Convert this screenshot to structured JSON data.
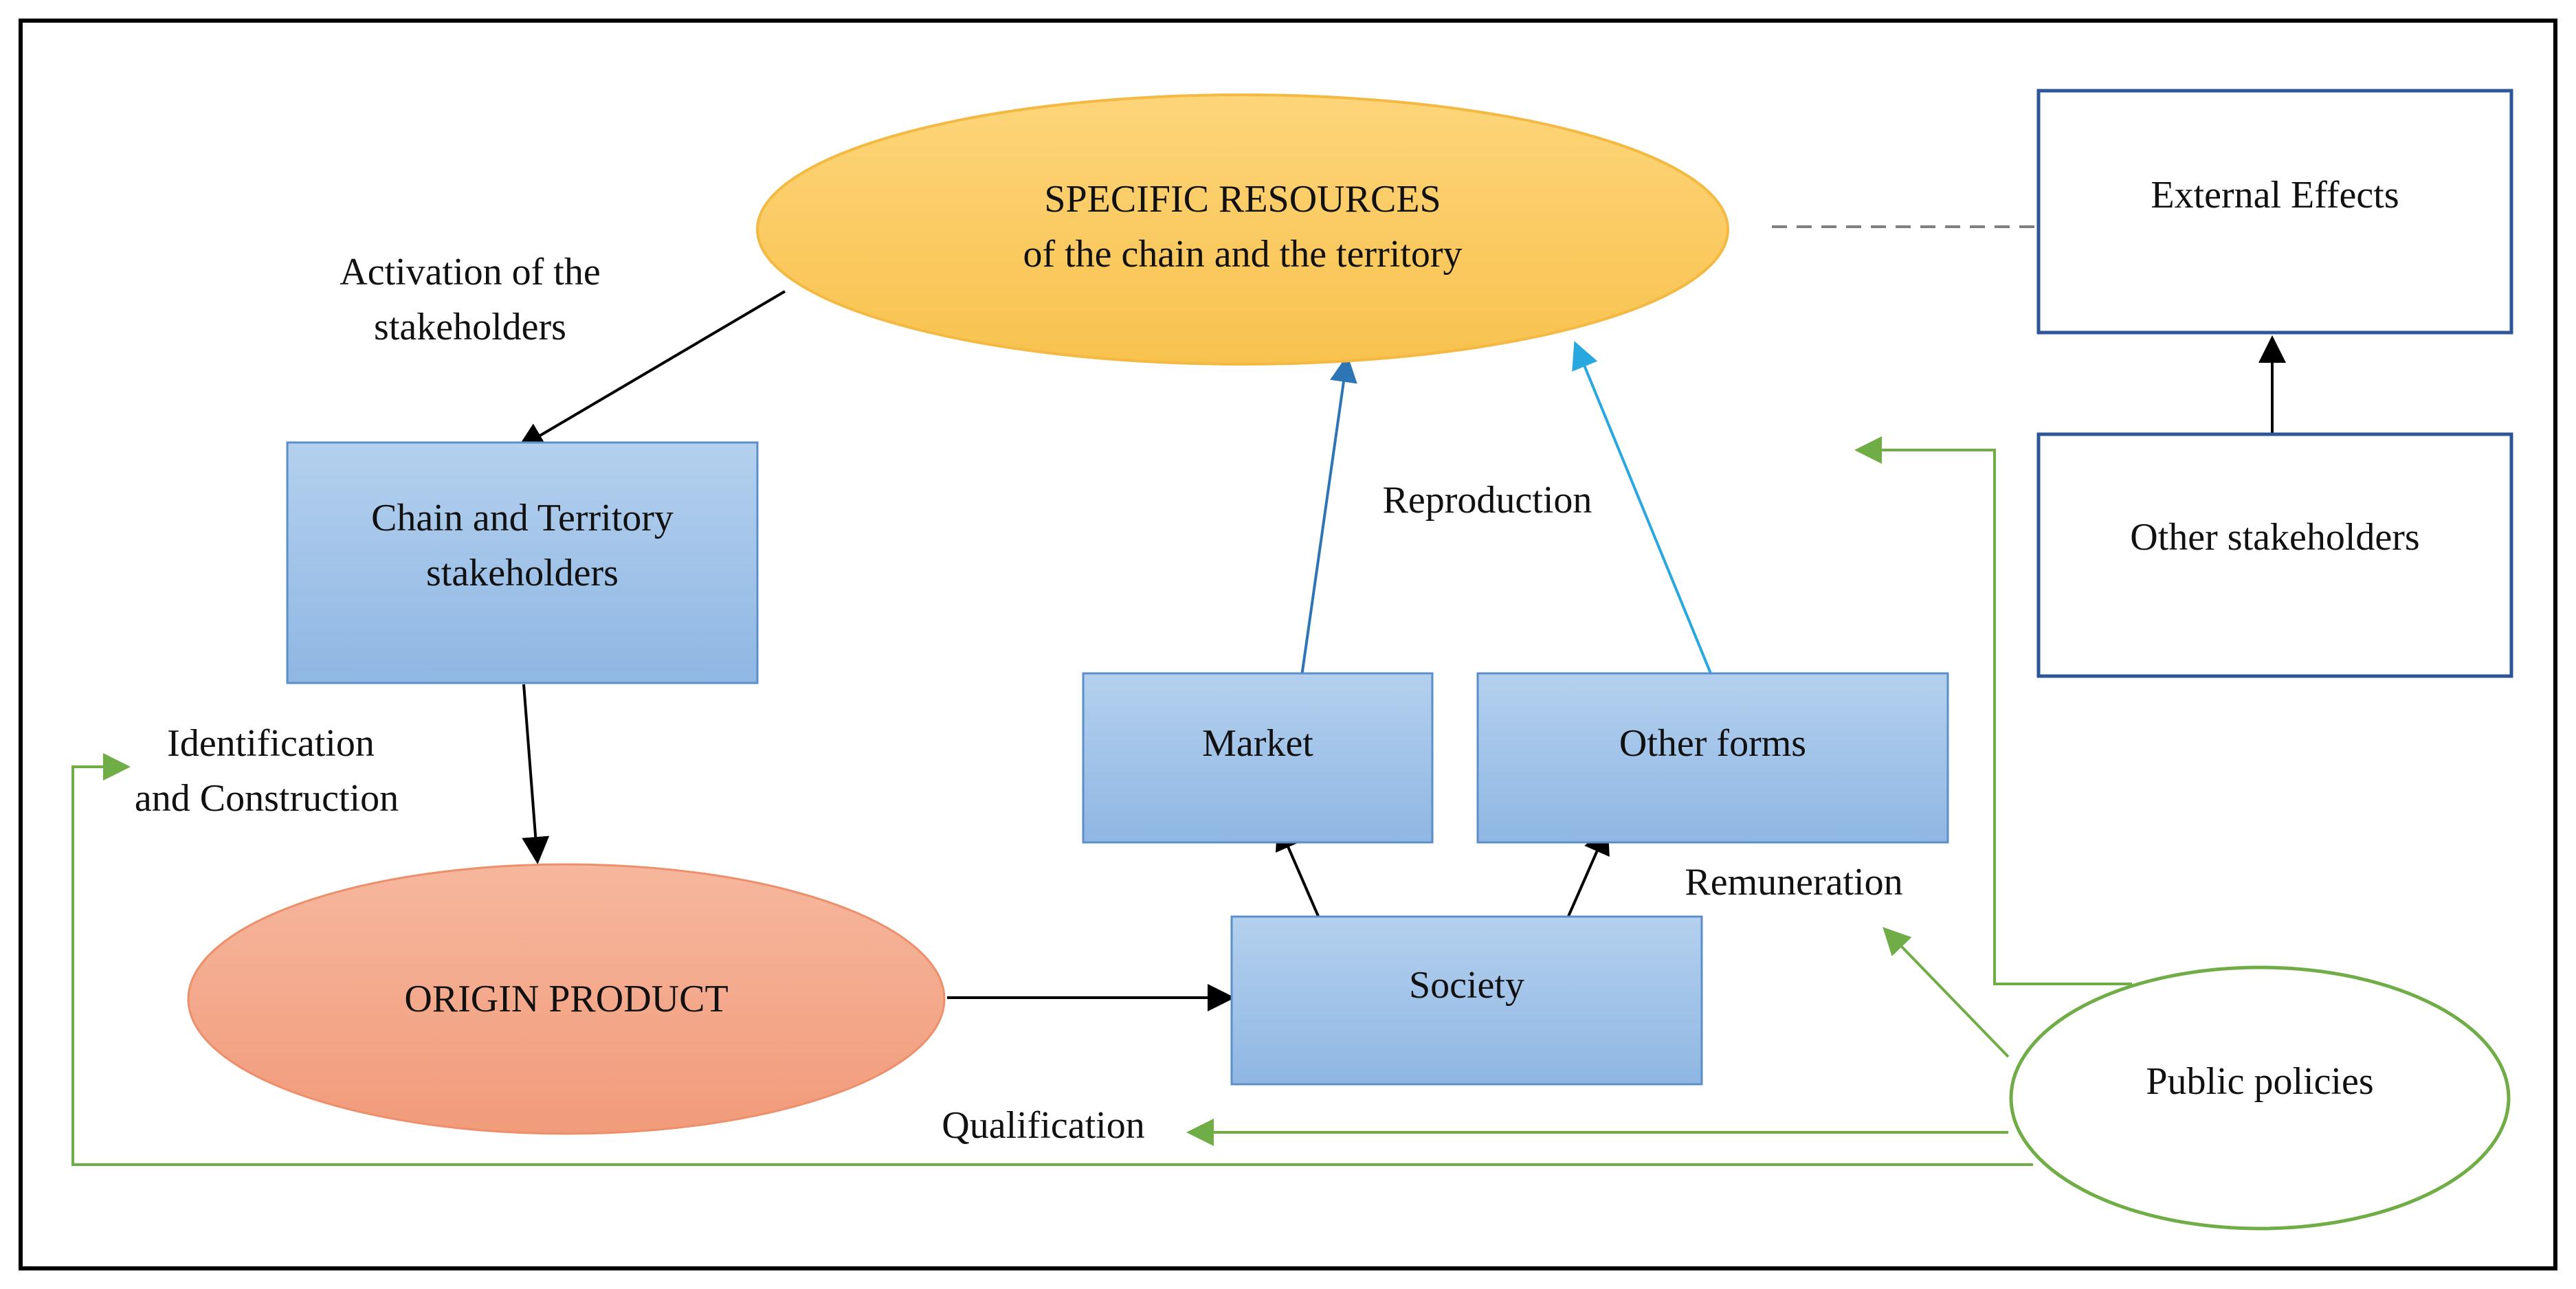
{
  "nodes": {
    "specific_resources": {
      "line1": "SPECIFIC RESOURCES",
      "line2": "of the chain and the territory"
    },
    "external_effects": {
      "label": "External Effects"
    },
    "other_stakeholders": {
      "label": "Other stakeholders"
    },
    "chain_territory": {
      "line1": "Chain and Territory",
      "line2": "stakeholders"
    },
    "market": {
      "label": "Market"
    },
    "other_forms": {
      "label": "Other forms"
    },
    "origin_product": {
      "label": "ORIGIN PRODUCT"
    },
    "society": {
      "label": "Society"
    },
    "public_policies": {
      "label": "Public policies"
    }
  },
  "edge_labels": {
    "activation": {
      "line1": "Activation of the",
      "line2": "stakeholders"
    },
    "identification": {
      "line1": "Identification",
      "line2": "and Construction"
    },
    "reproduction": "Reproduction",
    "remuneration": "Remuneration",
    "qualification": "Qualification"
  },
  "colors": {
    "ellipse_yellow": "#f9c75a",
    "ellipse_orange": "#f2a98a",
    "box_blue": "#9dc3e6",
    "box_border": "#5b8fc9",
    "white_box_border": "#2e5597",
    "green_line": "#70ad47",
    "arrow_blue_dark": "#2e75b6",
    "arrow_blue_light": "#29a8e0",
    "black": "#000000"
  }
}
